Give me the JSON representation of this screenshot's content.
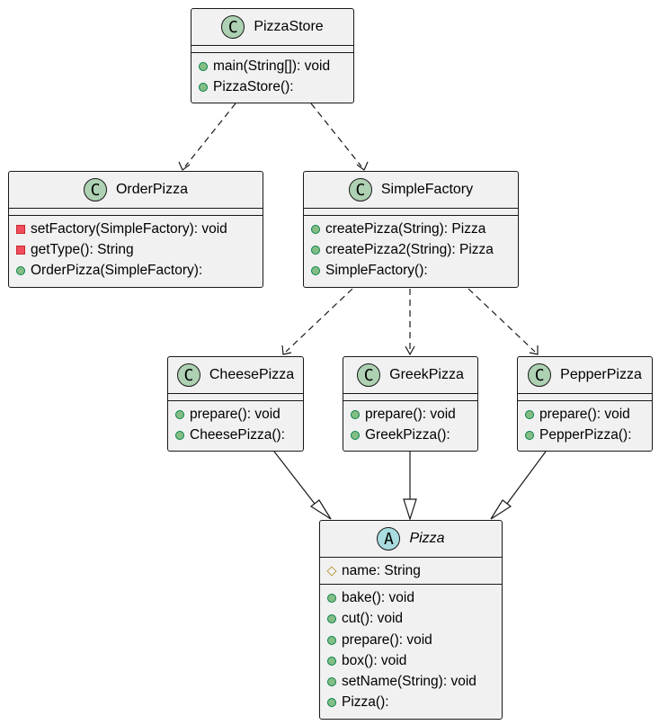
{
  "diagram": {
    "classes": [
      {
        "id": "pizzastore",
        "kind": "class",
        "name": "PizzaStore",
        "fields": [],
        "methods": [
          {
            "visibility": "public",
            "text": "main(String[]): void"
          },
          {
            "visibility": "public",
            "text": "PizzaStore():"
          }
        ]
      },
      {
        "id": "orderpizza",
        "kind": "class",
        "name": "OrderPizza",
        "fields": [],
        "methods": [
          {
            "visibility": "private",
            "text": "setFactory(SimpleFactory): void"
          },
          {
            "visibility": "private",
            "text": "getType(): String"
          },
          {
            "visibility": "public",
            "text": "OrderPizza(SimpleFactory):"
          }
        ]
      },
      {
        "id": "simplefactory",
        "kind": "class",
        "name": "SimpleFactory",
        "fields": [],
        "methods": [
          {
            "visibility": "public",
            "text": "createPizza(String): Pizza"
          },
          {
            "visibility": "public",
            "text": "createPizza2(String): Pizza"
          },
          {
            "visibility": "public",
            "text": "SimpleFactory():"
          }
        ]
      },
      {
        "id": "cheesepizza",
        "kind": "class",
        "name": "CheesePizza",
        "fields": [],
        "methods": [
          {
            "visibility": "public",
            "text": "prepare(): void"
          },
          {
            "visibility": "public",
            "text": "CheesePizza():"
          }
        ]
      },
      {
        "id": "greekpizza",
        "kind": "class",
        "name": "GreekPizza",
        "fields": [],
        "methods": [
          {
            "visibility": "public",
            "text": "prepare(): void"
          },
          {
            "visibility": "public",
            "text": "GreekPizza():"
          }
        ]
      },
      {
        "id": "pepperpizza",
        "kind": "class",
        "name": "PepperPizza",
        "fields": [],
        "methods": [
          {
            "visibility": "public",
            "text": "prepare(): void"
          },
          {
            "visibility": "public",
            "text": "PepperPizza():"
          }
        ]
      },
      {
        "id": "pizza",
        "kind": "abstract",
        "name": "Pizza",
        "fields": [
          {
            "visibility": "protected",
            "text": "name: String"
          }
        ],
        "methods": [
          {
            "visibility": "public",
            "text": "bake(): void"
          },
          {
            "visibility": "public",
            "text": "cut(): void"
          },
          {
            "visibility": "public",
            "text": "prepare(): void"
          },
          {
            "visibility": "public",
            "text": "box(): void"
          },
          {
            "visibility": "public",
            "text": "setName(String): void"
          },
          {
            "visibility": "public",
            "text": "Pizza():"
          }
        ]
      }
    ],
    "relations": [
      {
        "from": "pizzastore",
        "to": "orderpizza",
        "type": "dependency"
      },
      {
        "from": "pizzastore",
        "to": "simplefactory",
        "type": "dependency"
      },
      {
        "from": "simplefactory",
        "to": "cheesepizza",
        "type": "dependency"
      },
      {
        "from": "simplefactory",
        "to": "greekpizza",
        "type": "dependency"
      },
      {
        "from": "simplefactory",
        "to": "pepperpizza",
        "type": "dependency"
      },
      {
        "from": "cheesepizza",
        "to": "pizza",
        "type": "inheritance"
      },
      {
        "from": "greekpizza",
        "to": "pizza",
        "type": "inheritance"
      },
      {
        "from": "pepperpizza",
        "to": "pizza",
        "type": "inheritance"
      }
    ],
    "colors": {
      "box_fill": "#f1f1f1",
      "border": "#181818",
      "class_badge": "#add1b2",
      "abstract_badge": "#a9dcdf",
      "public": "#84be84",
      "private": "#f24d5c",
      "protected": "#b38d22"
    }
  }
}
